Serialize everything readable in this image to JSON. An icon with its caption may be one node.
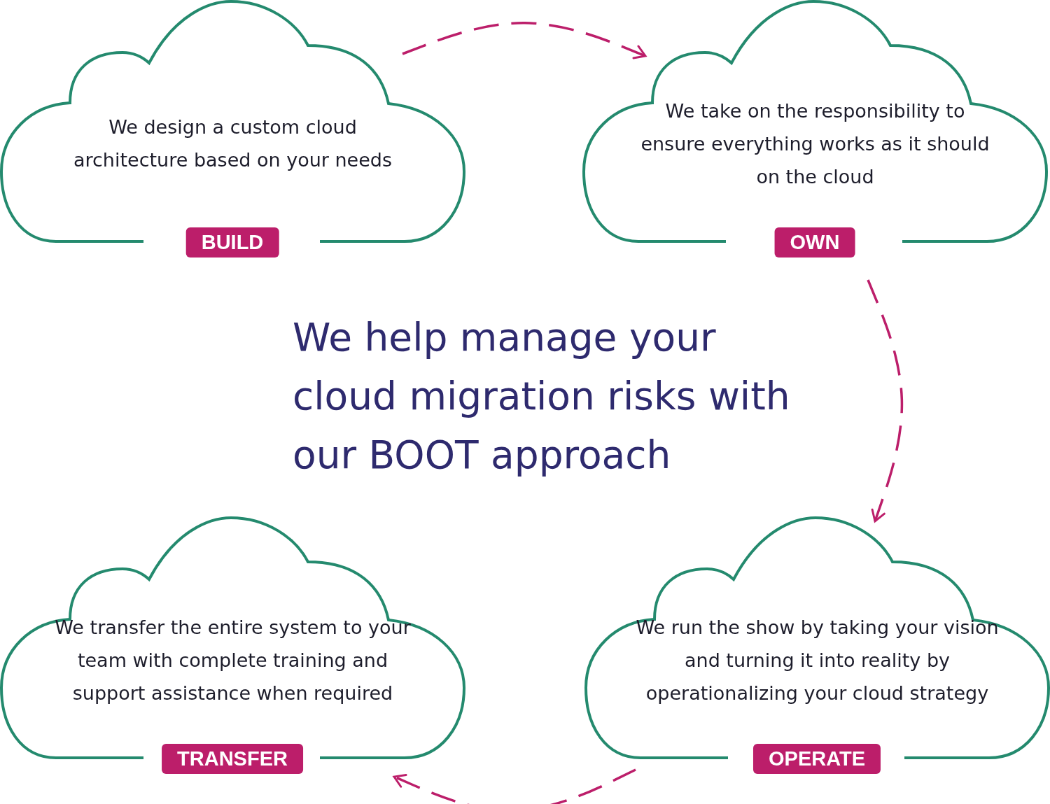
{
  "diagram": {
    "title": "We help manage your cloud migration risks with our BOOT approach",
    "nodes": [
      {
        "text": [
          "We design a custom cloud architecture based on your needs",
          "BUILD"
        ]
      },
      {
        "text": [
          "We take on the responsibility to ensure everything works as it should on the cloud",
          "OWN"
        ]
      },
      {
        "text": [
          "We transfer the entire system to your team with complete training and support assistance when required",
          "TRANSFER"
        ]
      },
      {
        "text": [
          "We run the show by taking your vision and turning it into reality by operationalizing your cloud strategy",
          "OPERATE"
        ]
      }
    ],
    "edges": [
      {
        "from": 0,
        "to": 1,
        "arrow": "to",
        "style": "dashed"
      },
      {
        "from": 1,
        "to": 3,
        "arrow": "to",
        "style": "dashed"
      },
      {
        "from": 3,
        "to": 2,
        "arrow": "to",
        "style": "dashed"
      }
    ]
  }
}
